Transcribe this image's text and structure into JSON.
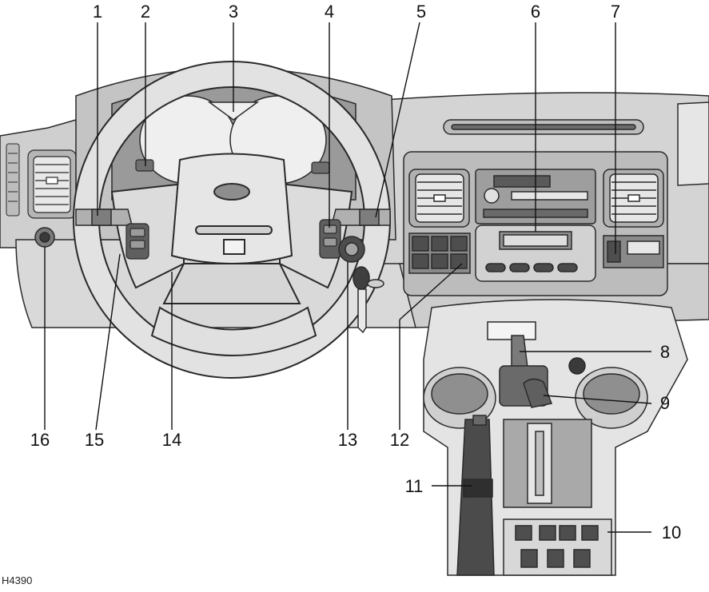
{
  "figure_code": "H4390",
  "callouts": [
    {
      "id": 1,
      "label": "1"
    },
    {
      "id": 2,
      "label": "2"
    },
    {
      "id": 3,
      "label": "3"
    },
    {
      "id": 4,
      "label": "4"
    },
    {
      "id": 5,
      "label": "5"
    },
    {
      "id": 6,
      "label": "6"
    },
    {
      "id": 7,
      "label": "7"
    },
    {
      "id": 8,
      "label": "8"
    },
    {
      "id": 9,
      "label": "9"
    },
    {
      "id": 10,
      "label": "10"
    },
    {
      "id": 11,
      "label": "11"
    },
    {
      "id": 12,
      "label": "12"
    },
    {
      "id": 13,
      "label": "13"
    },
    {
      "id": 14,
      "label": "14"
    },
    {
      "id": 15,
      "label": "15"
    },
    {
      "id": 16,
      "label": "16"
    }
  ],
  "colors": {
    "dash": "#d6d6d6",
    "dash_dark": "#8c8c8c",
    "panel": "#bdbdbd",
    "panel_dark": "#5a5a5a",
    "wheel": "#e2e2e2",
    "outline": "#2a2a2a",
    "callout_line": "#111111"
  }
}
